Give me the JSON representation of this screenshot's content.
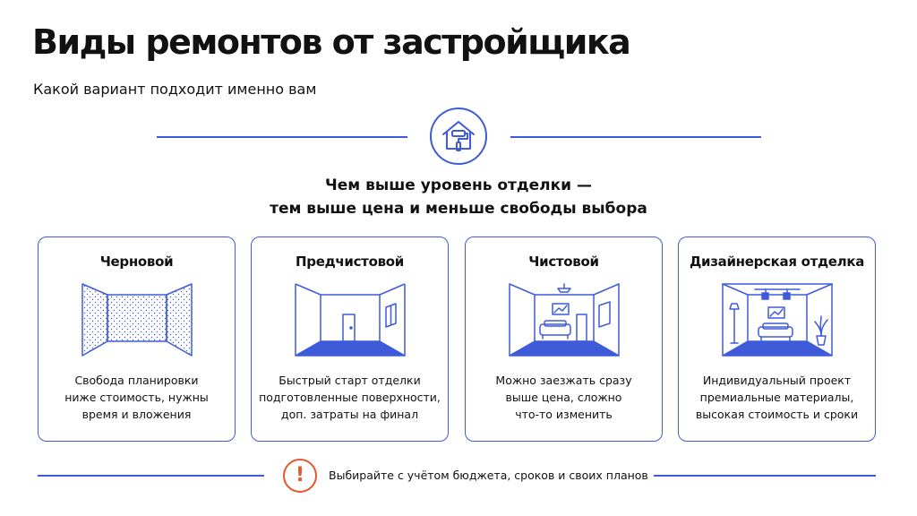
{
  "header": {
    "title": "Виды ремонтов от застройщика",
    "subtitle": "Какой вариант подходит именно вам"
  },
  "headline": {
    "line1": "Чем выше уровень отделки —",
    "line2": "тем выше цена и меньше свободы выбора"
  },
  "cards": [
    {
      "title": "Черновой",
      "desc": [
        "Свобода планировки",
        "ниже стоимость, нужны",
        "время и вложения"
      ],
      "icon": "rough-room-icon"
    },
    {
      "title": "Предчистовой",
      "desc": [
        "Быстрый старт отделки",
        "подготовленные поверхности,",
        "доп. затраты на финал"
      ],
      "icon": "prefinish-room-icon"
    },
    {
      "title": "Чистовой",
      "desc": [
        "Можно заезжать сразу",
        "выше цена, сложно",
        "что-то изменить"
      ],
      "icon": "finished-room-icon"
    },
    {
      "title": "Дизайнерская отделка",
      "desc": [
        "Индивидуальный проект",
        "премиальные материалы,",
        "высокая стоимость и сроки"
      ],
      "icon": "designer-room-icon"
    }
  ],
  "footer": {
    "note": "Выбирайте с учётом бюджета, сроков и своих планов",
    "icon": "exclamation-icon",
    "mark": "!"
  },
  "colors": {
    "accent": "#3f5bd9",
    "warning": "#e4572e",
    "text": "#111111"
  }
}
